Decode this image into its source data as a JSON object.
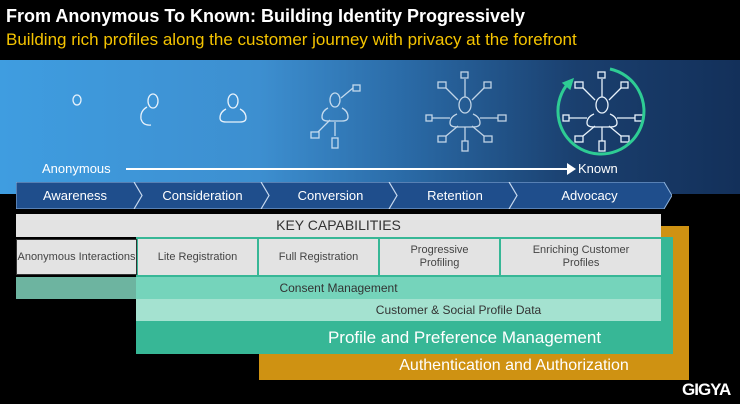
{
  "header": {
    "title": "From Anonymous To Known: Building Identity Progressively",
    "subtitle": "Building rich profiles along the customer journey with privacy at the forefront"
  },
  "journey": {
    "start_label": "Anonymous",
    "end_label": "Known",
    "stages": [
      "Awareness",
      "Consideration",
      "Conversion",
      "Retention",
      "Advocacy"
    ]
  },
  "capabilities": {
    "heading": "KEY CAPABILITIES",
    "items": [
      "Anonymous Interactions",
      "Lite Registration",
      "Full Registration",
      "Progressive Profiling",
      "Enriching Customer Profiles"
    ],
    "consent": "Consent Management",
    "profile_data": "Customer & Social Profile Data",
    "profile_management": "Profile and Preference Management",
    "auth": "Authentication and Authorization"
  },
  "logo": "GIGYA",
  "colors": {
    "title": "#ffffff",
    "subtitle": "#f5c400",
    "teal": "#37b796",
    "orange": "#cf9212",
    "chevron": "#1f4e8c"
  }
}
